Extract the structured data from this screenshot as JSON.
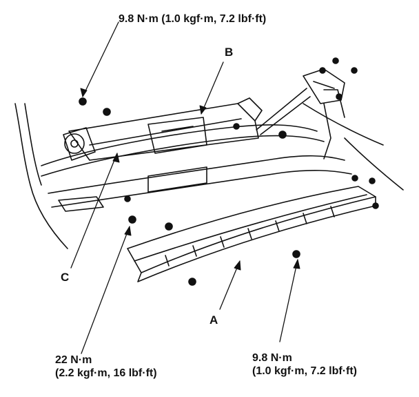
{
  "callouts": {
    "a": "A",
    "b": "B",
    "c": "C"
  },
  "torques": {
    "top": "9.8 N·m (1.0 kgf·m, 7.2 lbf·ft)",
    "bottom_left_line1": "22 N·m",
    "bottom_left_line2": "(2.2 kgf·m, 16 lbf·ft)",
    "bottom_right_line1": "9.8 N·m",
    "bottom_right_line2": "(1.0 kgf·m, 7.2 lbf·ft)"
  },
  "colors": {
    "ink": "#111111",
    "paper": "#ffffff"
  }
}
